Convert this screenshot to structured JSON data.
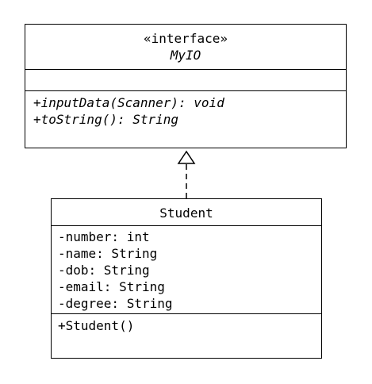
{
  "interface": {
    "stereotype": "«interface»",
    "name": "MyIO",
    "attributes": [],
    "operations": [
      "+inputData(Scanner): void",
      "+toString(): String"
    ]
  },
  "student": {
    "name": "Student",
    "attributes": [
      "-number: int",
      "-name: String",
      "-dob: String",
      "-email: String",
      "-degree: String"
    ],
    "operations": [
      "+Student()"
    ]
  },
  "relation": {
    "type": "realization"
  }
}
